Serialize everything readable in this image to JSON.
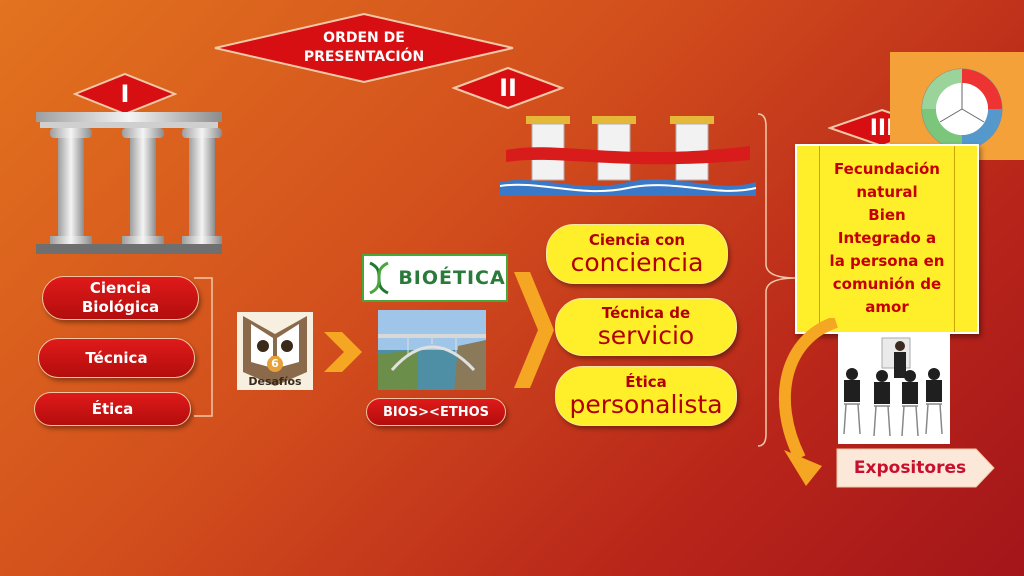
{
  "title_diamond": {
    "line1": "ORDEN DE",
    "line2": "PRESENTACIÓN"
  },
  "numerals": {
    "one": "I",
    "two": "II",
    "three": "III"
  },
  "left_pills": [
    {
      "line1": "Ciencia",
      "line2": "Biológica"
    },
    {
      "line1": "Técnica",
      "line2": ""
    },
    {
      "line1": "Ética",
      "line2": ""
    }
  ],
  "desafios_icon": {
    "number": "6",
    "label": "Desafíos"
  },
  "bioetica_logo": {
    "text": "BIOÉTICA"
  },
  "bios_label": "BIOS><ETHOS",
  "right_pills": [
    {
      "small": "Ciencia con",
      "big": "conciencia"
    },
    {
      "small": "Técnica de",
      "big": "servicio"
    },
    {
      "small": "Ética",
      "big": "personalista"
    }
  ],
  "fecundacion_box": {
    "lines": [
      "Fecundación",
      "natural",
      "Bien",
      "Integrado a",
      "la persona en",
      "comunión de",
      "amor"
    ]
  },
  "expositores_label": "Expositores",
  "colors": {
    "diamond_red": "#d80f12",
    "pill_red": "#c81212",
    "pill_yellow": "#ffef2b",
    "text_dark_red": "#b00000",
    "chevron_orange": "#f5a623"
  }
}
